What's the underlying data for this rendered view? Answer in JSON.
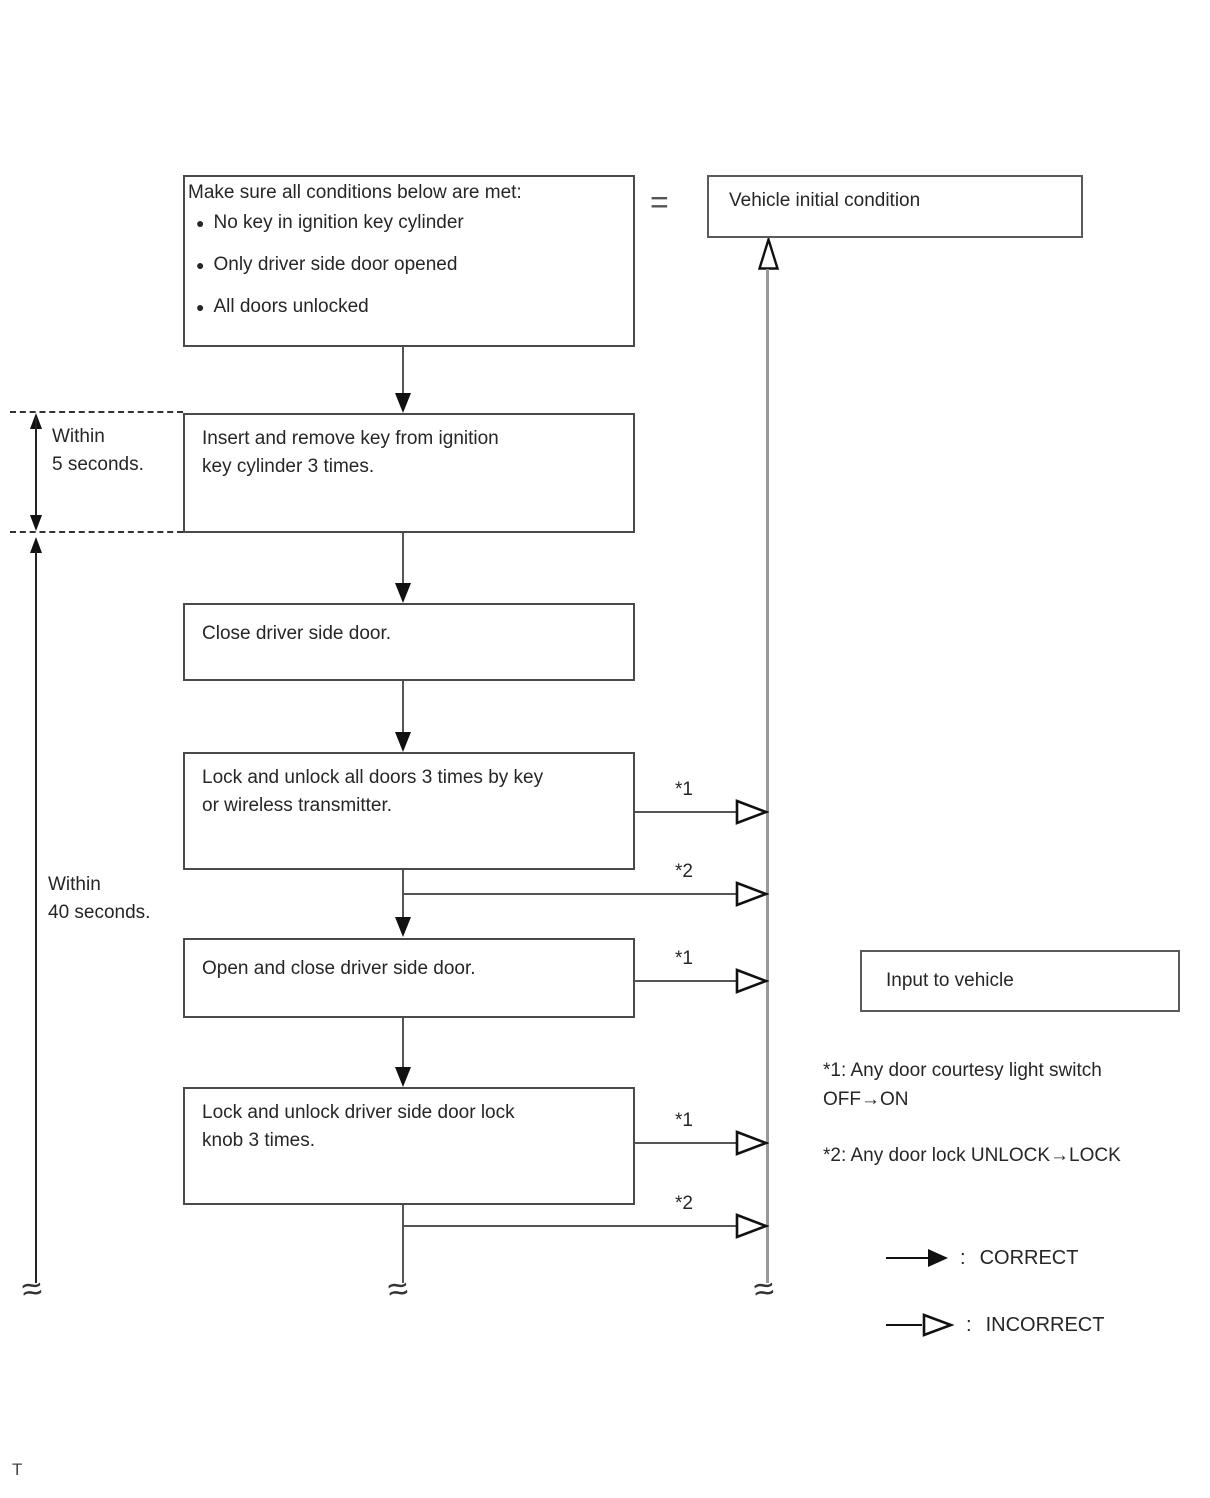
{
  "condition_box": {
    "title": "Make sure all conditions below are met:",
    "bullet_char": "●",
    "bullets": [
      "No key in ignition key cylinder",
      "Only driver side door opened",
      "All doors unlocked"
    ]
  },
  "equals_sign": "=",
  "vehicle_initial_box": {
    "label": "Vehicle initial condition"
  },
  "steps": [
    {
      "lines": [
        "Insert and remove key from ignition",
        "key cylinder 3 times."
      ]
    },
    {
      "lines": [
        "Close driver side door."
      ]
    },
    {
      "lines": [
        "Lock and unlock all doors 3 times by key",
        "or wireless transmitter."
      ]
    },
    {
      "lines": [
        "Open and close driver side door."
      ]
    },
    {
      "lines": [
        "Lock and unlock driver side door lock",
        "knob 3 times."
      ]
    }
  ],
  "timers": [
    {
      "lines": [
        "Within",
        "5 seconds."
      ]
    },
    {
      "lines": [
        "Within",
        "40 seconds."
      ]
    }
  ],
  "connectors": [
    {
      "label": "*1"
    },
    {
      "label": "*2"
    },
    {
      "label": "*1"
    },
    {
      "label": "*1"
    },
    {
      "label": "*2"
    }
  ],
  "input_box": {
    "label": "Input to vehicle"
  },
  "footnotes": [
    {
      "lines": [
        "*1: Any door courtesy light switch",
        "OFF→ON"
      ]
    },
    {
      "lines": [
        "*2: Any door lock UNLOCK→LOCK"
      ]
    }
  ],
  "legend": {
    "separator": ":",
    "items": [
      {
        "label": "CORRECT"
      },
      {
        "label": "INCORRECT"
      }
    ]
  },
  "icons": {
    "line_break": "≈"
  },
  "footer_mark": "T",
  "colors": {
    "border": "#4a4a4a",
    "text": "#262626",
    "gray_line": "#999999",
    "arrow_fill": "#111111"
  }
}
